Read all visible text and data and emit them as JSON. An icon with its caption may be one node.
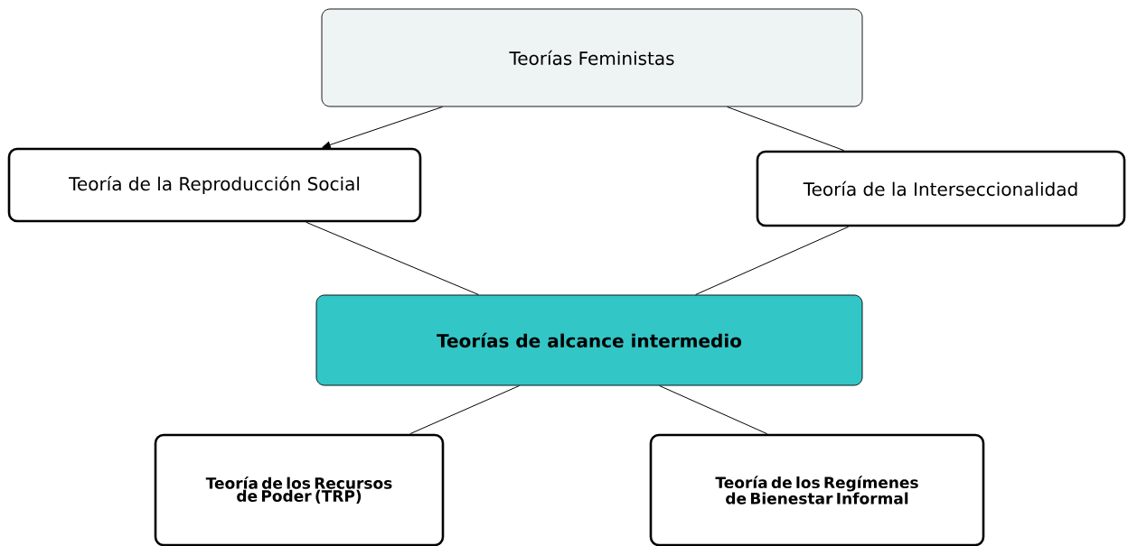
{
  "diagram": {
    "nodes": [
      {
        "text": [
          "Teorías Feministas"
        ]
      },
      {
        "text": [
          "Teoría de la Reproducción Social"
        ]
      },
      {
        "text": [
          "Teoría de la Interseccionalidad"
        ]
      },
      {
        "text": [
          "Teorías de alcance intermedio"
        ]
      },
      {
        "text": [
          "Teoría de los Recursos de Poder (TRP)"
        ]
      },
      {
        "text": [
          "Teoría de los Regímenes de Bienestar Informal"
        ]
      }
    ],
    "edges": [
      {
        "from": 0,
        "to": 1,
        "arrow": "to"
      },
      {
        "from": 0,
        "to": 2,
        "arrow": "none"
      },
      {
        "from": 1,
        "to": 3,
        "arrow": "none"
      },
      {
        "from": 2,
        "to": 3,
        "arrow": "none"
      },
      {
        "from": 3,
        "to": 4,
        "arrow": "none"
      },
      {
        "from": 3,
        "to": 5,
        "arrow": "none"
      }
    ]
  }
}
